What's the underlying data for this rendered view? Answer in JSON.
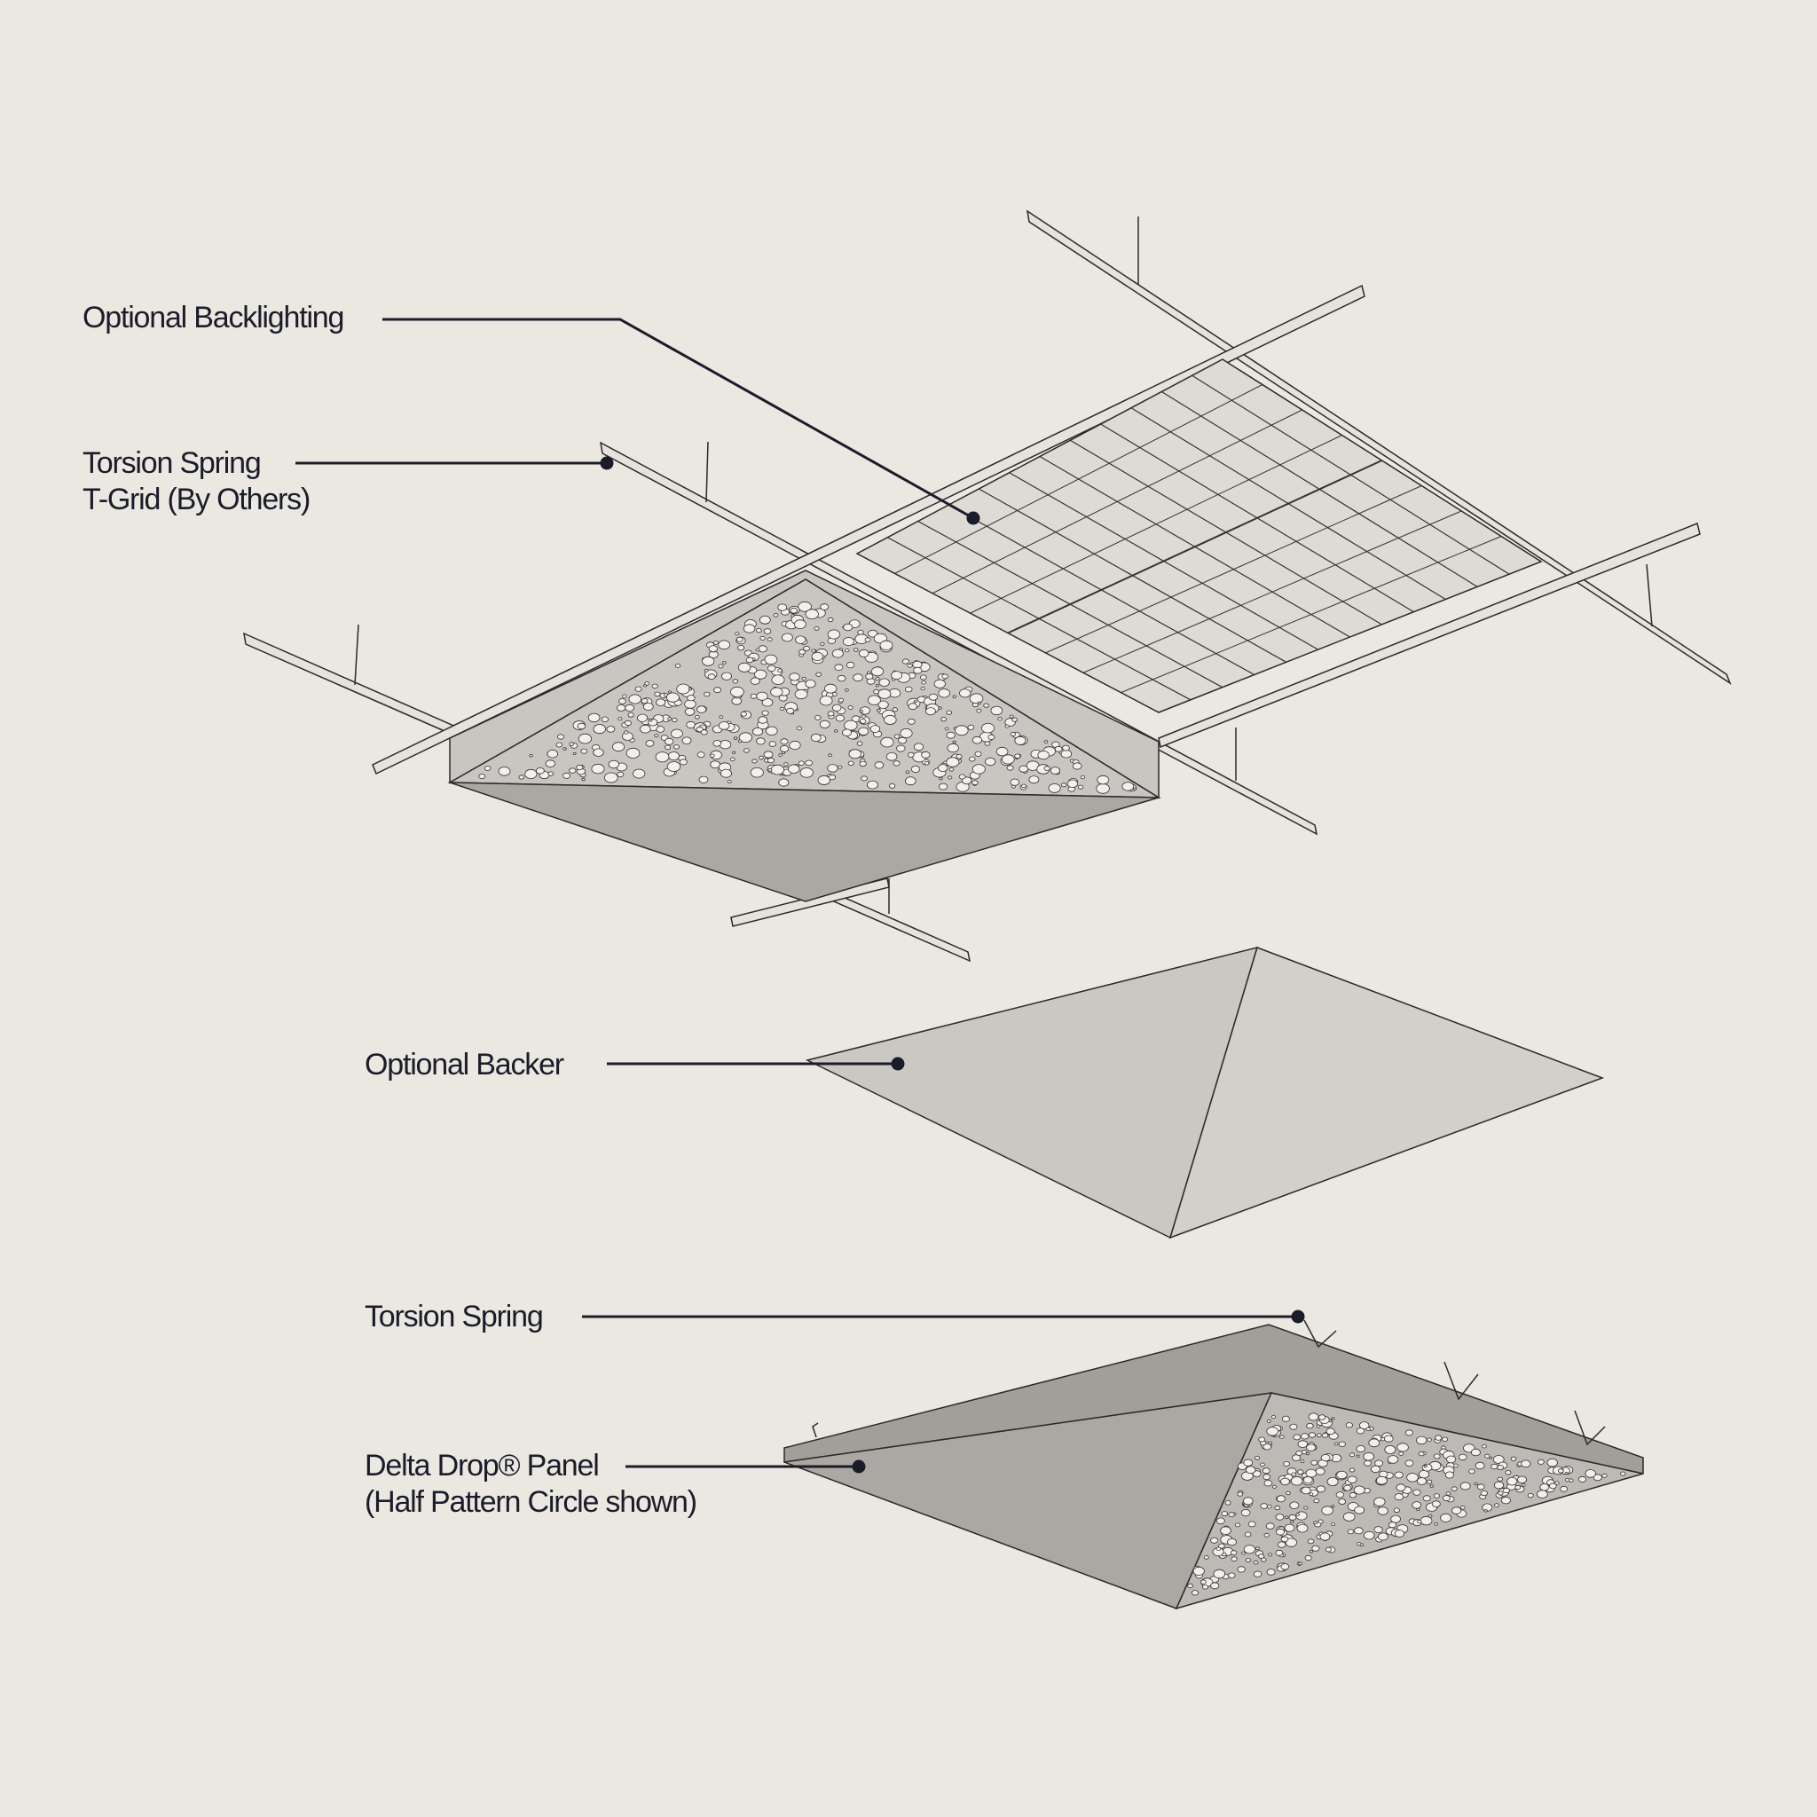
{
  "labels": {
    "optional_backlighting": "Optional Backlighting",
    "tgrid_line1": "Torsion Spring",
    "tgrid_line2": "T-Grid (By Others)",
    "optional_backer": "Optional Backer",
    "torsion_spring": "Torsion Spring",
    "panel_line1": "Delta Drop® Panel",
    "panel_line2": "(Half Pattern Circle shown)"
  },
  "colors": {
    "background": "#ebe7e1",
    "ink": "#1a1d29",
    "panel_light": "#c9c5c0",
    "panel_dark": "#aba8a3",
    "grid_bar": "#e6e3de"
  }
}
